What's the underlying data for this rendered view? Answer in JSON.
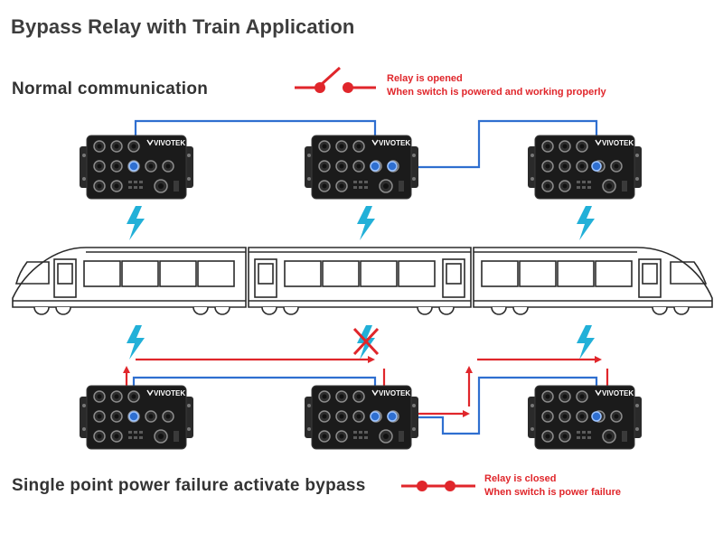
{
  "title": "Bypass Relay with Train Application",
  "normal": {
    "label": "Normal communication",
    "relay_line1": "Relay is opened",
    "relay_line2": "When switch is powered and working properly"
  },
  "bypass": {
    "label": "Single point power failure activate bypass",
    "relay_line1": "Relay is closed",
    "relay_line2": "When switch is power failure"
  },
  "switch_brand": "VIVOTEK",
  "colors": {
    "link_blue": "#2f6fd0",
    "relay_red": "#e0262b",
    "wireless_cyan": "#22b0d8",
    "switch_body": "#1b1b1b",
    "train_outline": "#2b2b2b"
  },
  "icons": {
    "wireless": "lightning-bolt-icon",
    "failure": "crossed-lightning-icon",
    "relay_open": "open-switch-icon",
    "relay_closed": "closed-switch-icon"
  }
}
